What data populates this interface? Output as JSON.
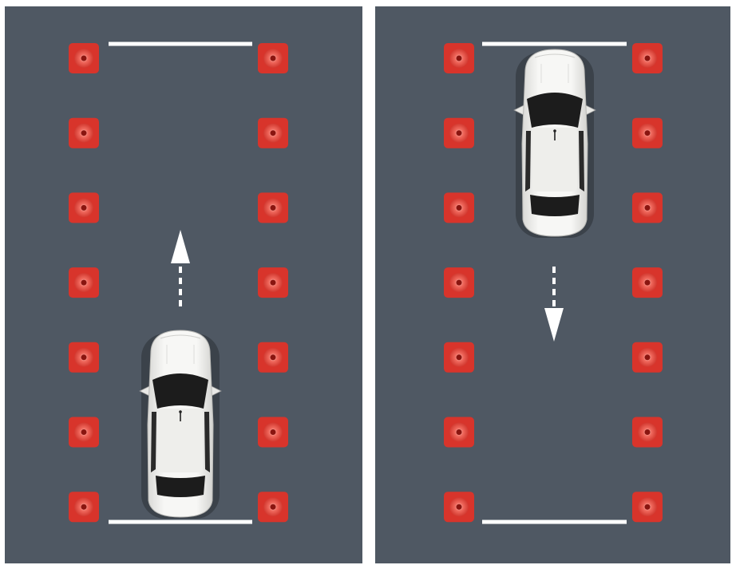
{
  "colors": {
    "background": "#ffffff",
    "asphalt": "#4f5863",
    "line": "#ffffff",
    "cone_base": "#d8342b",
    "cone_light": "#f06a5e",
    "car_body": "#f1f1ef",
    "car_glass": "#1b1b1b"
  },
  "panels": [
    {
      "id": "left",
      "car_position": "bottom",
      "direction": "forward",
      "arrow_icon": "arrow-up-icon",
      "cones_per_side": 7
    },
    {
      "id": "right",
      "car_position": "top",
      "direction": "reverse",
      "arrow_icon": "arrow-down-icon",
      "cones_per_side": 7
    }
  ]
}
